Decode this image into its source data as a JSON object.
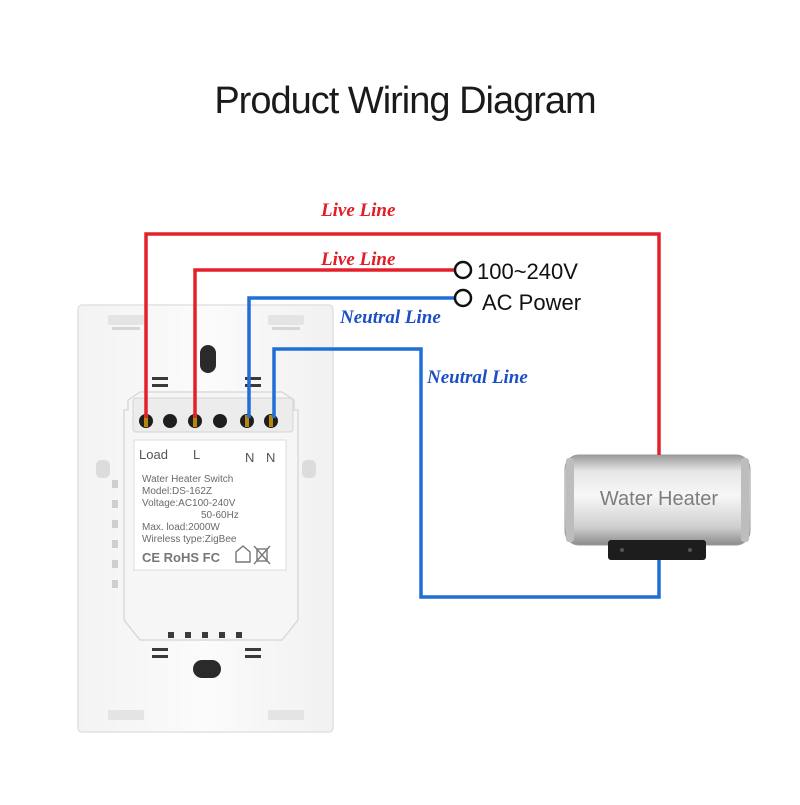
{
  "title": "Product Wiring Diagram",
  "colors": {
    "live": "#e5202a",
    "neutral": "#1f6fd6",
    "live_label": "#e11d25",
    "neutral_label": "#1d4fc4"
  },
  "wire_labels": {
    "live_top": "Live Line",
    "live_second": "Live Line",
    "neutral_top": "Neutral Line",
    "neutral_second": "Neutral Line"
  },
  "power": {
    "voltage": "100~240V",
    "label": "AC Power"
  },
  "switch": {
    "terminals": {
      "load": "Load",
      "live": "L",
      "neutral_1": "N",
      "neutral_2": "N"
    },
    "spec_lines": [
      "Water Heater Switch",
      "Model:DS-162Z",
      "Voltage:AC100-240V",
      "50-60Hz",
      "Max. load:2000W",
      "Wireless type:ZigBee"
    ],
    "certifications": "CE RoHS FC"
  },
  "heater": {
    "label": "Water Heater"
  }
}
